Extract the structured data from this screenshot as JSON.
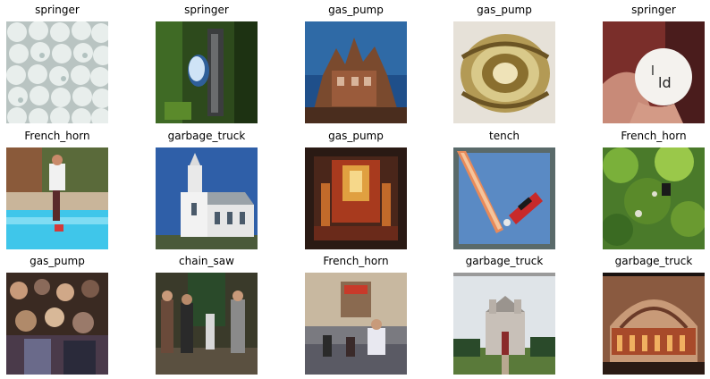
{
  "grid": {
    "rows": [
      [
        {
          "label": "springer",
          "scene": "pile of golf balls"
        },
        {
          "label": "springer",
          "scene": "golf ball on dark green background"
        },
        {
          "label": "gas_pump",
          "scene": "castle on rocky coast by the sea"
        },
        {
          "label": "gas_pump",
          "scene": "golden ornate object"
        },
        {
          "label": "springer",
          "scene": "hand holding golf ball"
        }
      ],
      [
        {
          "label": "French_horn",
          "scene": "person jumping into pool"
        },
        {
          "label": "garbage_truck",
          "scene": "white church with steeple"
        },
        {
          "label": "gas_pump",
          "scene": "ornate church altar"
        },
        {
          "label": "tench",
          "scene": "parachute streak against blue sky"
        },
        {
          "label": "French_horn",
          "scene": "green garden foliage"
        }
      ],
      [
        {
          "label": "gas_pump",
          "scene": "crowd of people"
        },
        {
          "label": "chain_saw",
          "scene": "people standing in a room"
        },
        {
          "label": "French_horn",
          "scene": "people on cobblestone street"
        },
        {
          "label": "garbage_truck",
          "scene": "stone church with lawn"
        },
        {
          "label": "garbage_truck",
          "scene": "church interior with arches"
        }
      ]
    ]
  }
}
